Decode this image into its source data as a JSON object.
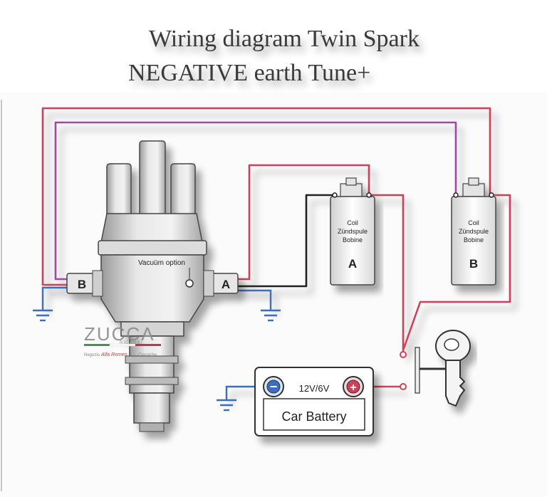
{
  "title": {
    "line1": "Wiring diagram Twin Spark",
    "line2": "NEGATIVE earth Tune+"
  },
  "distributor": {
    "terminal_left": "B",
    "terminal_right": "A",
    "vacuum_label": "Vacuüm option"
  },
  "coil_a": {
    "line1": "Coil",
    "line2": "Zündspule",
    "line3": "Bobine",
    "letter": "A"
  },
  "coil_b": {
    "line1": "Coil",
    "line2": "Zündspule",
    "line3": "Bobine",
    "letter": "B"
  },
  "battery": {
    "voltage": "12V/6V",
    "label": "Car Battery",
    "minus": "−",
    "plus": "+"
  },
  "logo": {
    "brand": "ZUCCA",
    "sub": "RICAMBI",
    "tagline_left": "Negozio",
    "tagline_mid": "Alfa Romeo",
    "tagline_right": "Classiche"
  },
  "colors": {
    "red_wire": "#d0405a",
    "purple_wire": "#a04aa0",
    "black_wire": "#222222",
    "earth_wire": "#3a6fc0"
  }
}
